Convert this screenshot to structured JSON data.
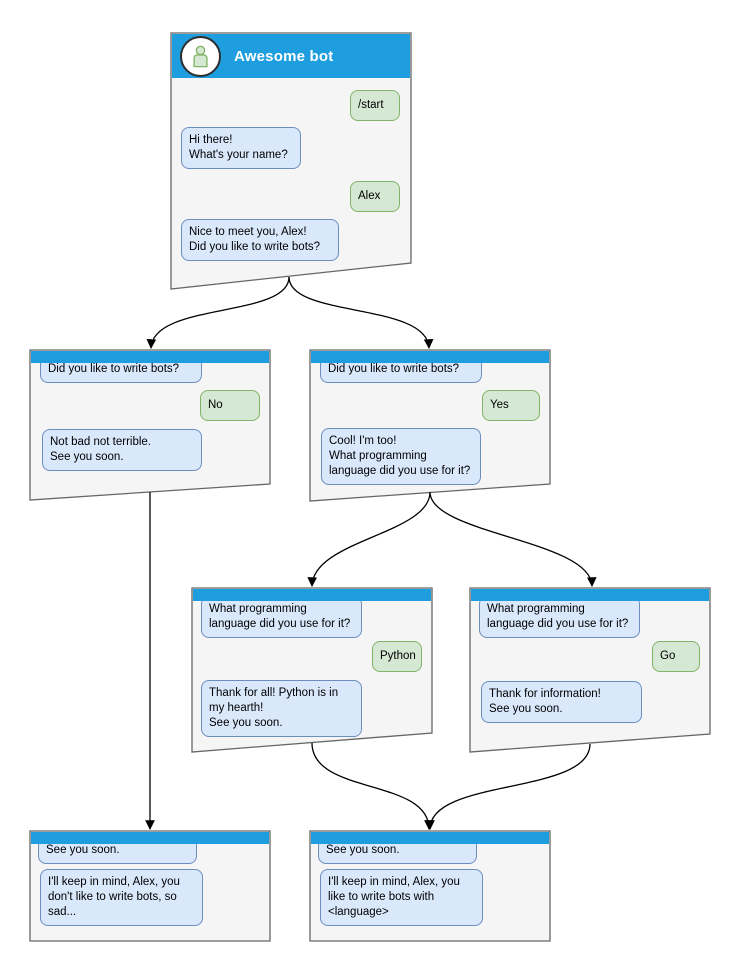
{
  "diagram": {
    "type": "chatbot-conversation-flow"
  },
  "colors": {
    "header": "#1E9EDE",
    "window_fill": "#F5F5F5",
    "window_border": "#666666",
    "bot_fill": "#DAE8FC",
    "bot_border": "#6C8EBF",
    "user_fill": "#D5E8D4",
    "user_border": "#82B366",
    "connector": "#000000"
  },
  "windows": [
    {
      "id": "start",
      "title": "Awesome bot",
      "messages": [
        {
          "from": "user",
          "text": "/start"
        },
        {
          "from": "bot",
          "text": "Hi there!\nWhat's your name?"
        },
        {
          "from": "user",
          "text": "Alex"
        },
        {
          "from": "bot",
          "text": "Nice to meet you, Alex!\nDid you like to write bots?"
        }
      ]
    },
    {
      "id": "branch-no",
      "messages": [
        {
          "from": "bot",
          "text": "Did you like to write bots?"
        },
        {
          "from": "user",
          "text": "No"
        },
        {
          "from": "bot",
          "text": "Not bad not terrible.\nSee you soon."
        }
      ]
    },
    {
      "id": "branch-yes",
      "messages": [
        {
          "from": "bot",
          "text": "Did you like to write bots?"
        },
        {
          "from": "user",
          "text": "Yes"
        },
        {
          "from": "bot",
          "text": "Cool! I'm too!\nWhat programming\nlanguage did you use for it?"
        }
      ]
    },
    {
      "id": "branch-python",
      "messages": [
        {
          "from": "bot",
          "text": "What programming\nlanguage did you use for it?"
        },
        {
          "from": "user",
          "text": "Python"
        },
        {
          "from": "bot",
          "text": "Thank for all! Python is in\nmy hearth!\nSee you soon."
        }
      ]
    },
    {
      "id": "branch-go",
      "messages": [
        {
          "from": "bot",
          "text": "What programming\nlanguage did you use for it?"
        },
        {
          "from": "user",
          "text": "Go"
        },
        {
          "from": "bot",
          "text": "Thank for information!\nSee you soon."
        }
      ]
    },
    {
      "id": "end-no",
      "messages": [
        {
          "from": "bot",
          "text": "See you soon."
        },
        {
          "from": "bot",
          "text": "I'll keep in mind, Alex, you\ndon't like to write bots, so\nsad..."
        }
      ]
    },
    {
      "id": "end-yes",
      "messages": [
        {
          "from": "bot",
          "text": "See you soon."
        },
        {
          "from": "bot",
          "text": "I'll keep in mind, Alex, you\nlike to write bots with\n<language>"
        }
      ]
    }
  ],
  "edges": [
    {
      "from": "start",
      "to": "branch-no"
    },
    {
      "from": "start",
      "to": "branch-yes"
    },
    {
      "from": "branch-yes",
      "to": "branch-python"
    },
    {
      "from": "branch-yes",
      "to": "branch-go"
    },
    {
      "from": "branch-no",
      "to": "end-no"
    },
    {
      "from": "branch-python",
      "to": "end-yes"
    },
    {
      "from": "branch-go",
      "to": "end-yes"
    }
  ]
}
